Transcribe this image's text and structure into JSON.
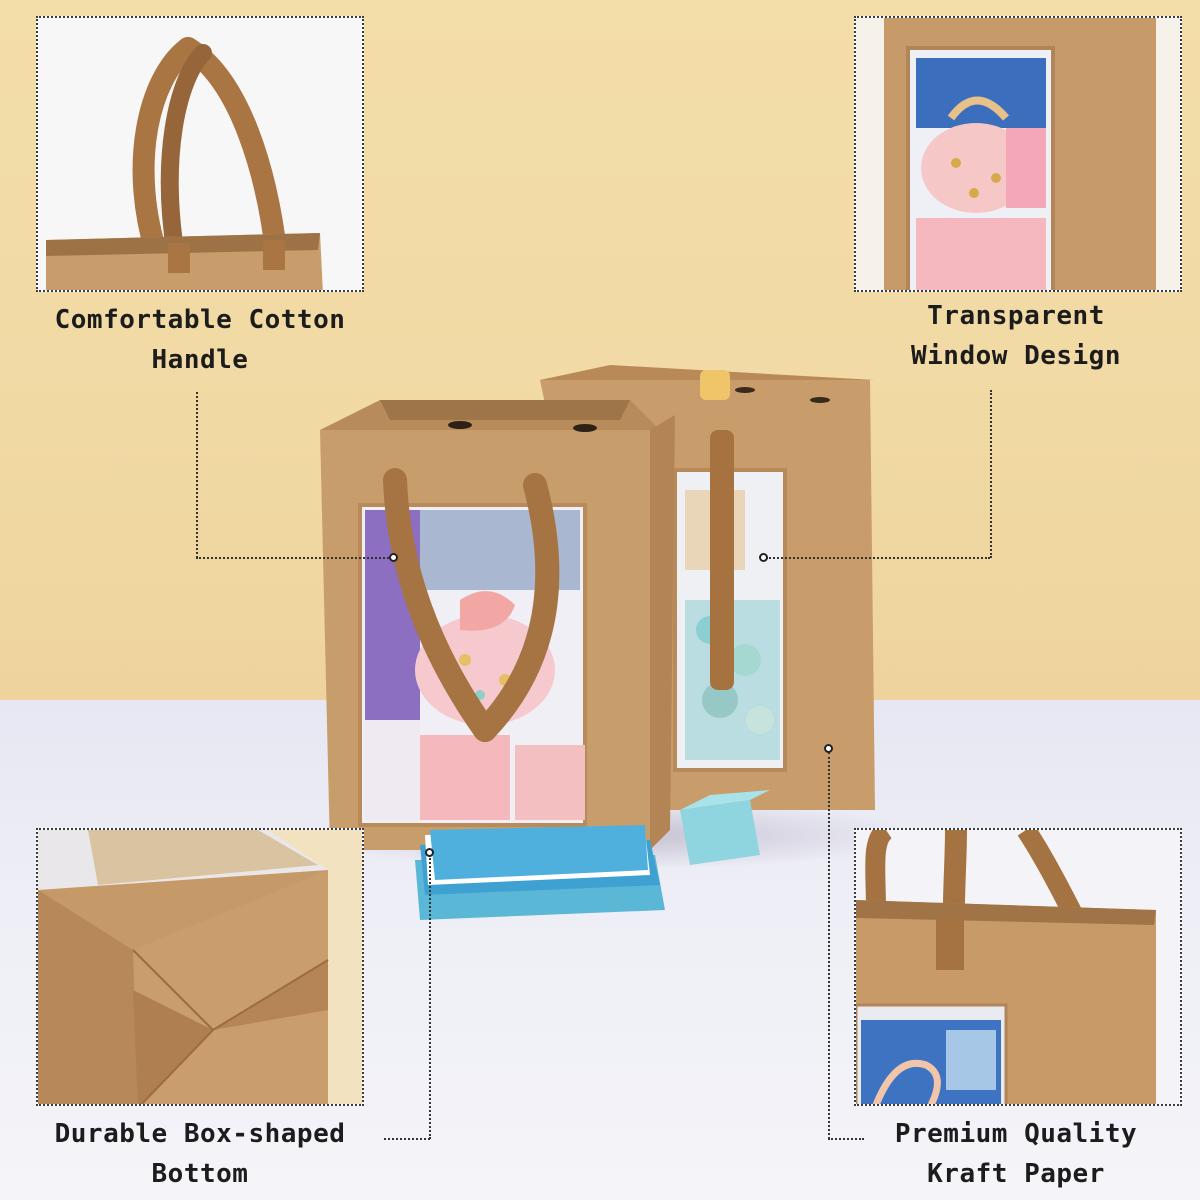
{
  "callouts": {
    "handle": {
      "line1": "Comfortable Cotton",
      "line2": "Handle"
    },
    "window": {
      "line1": "Transparent",
      "line2": "Window Design"
    },
    "bottom": {
      "line1": "Durable Box-shaped",
      "line2": "Bottom"
    },
    "paper": {
      "line1": "Premium Quality",
      "line2": "Kraft Paper"
    }
  },
  "colors": {
    "wall": "#f1d9a4",
    "table": "#eeeef6",
    "kraft": "#c69a6a",
    "ribbon": "#a87444",
    "text": "#1c1c1c"
  }
}
